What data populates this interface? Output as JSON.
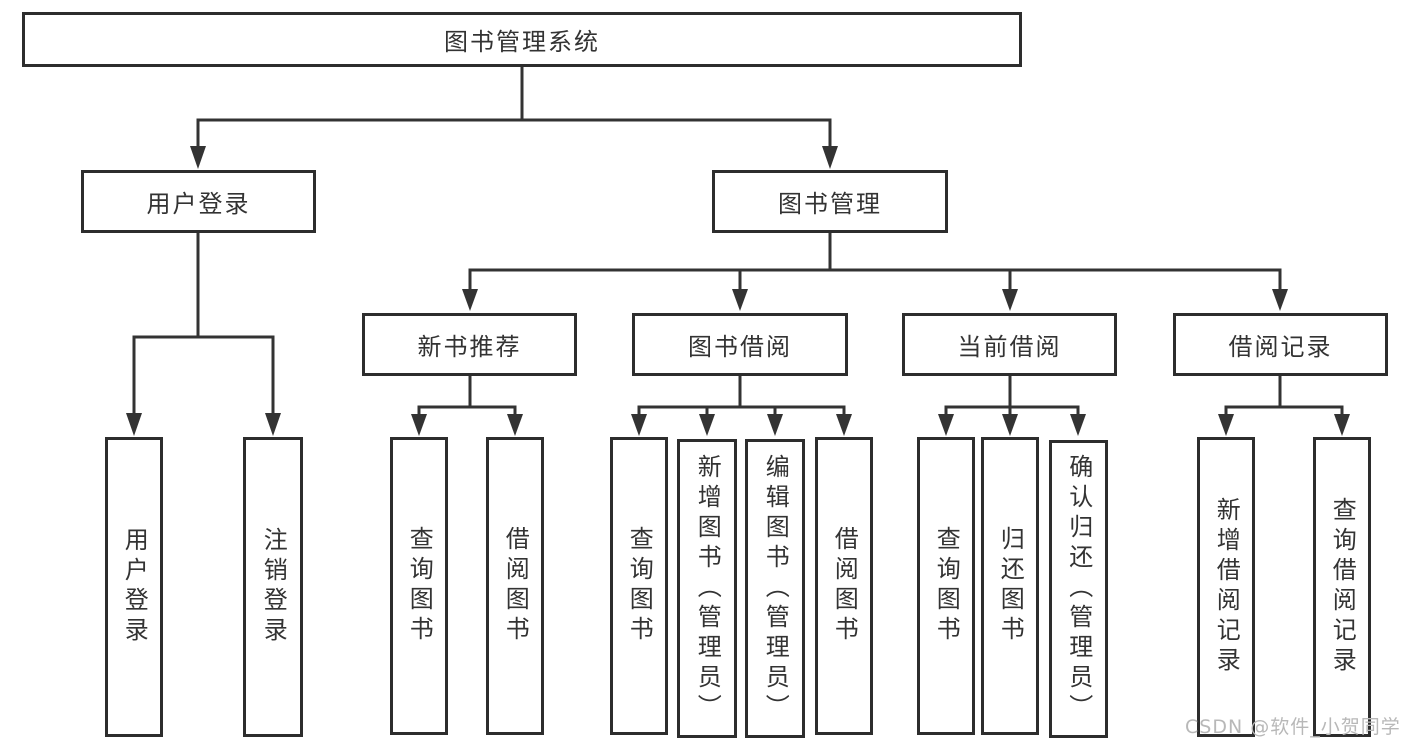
{
  "diagram": {
    "tree": {
      "label": "图书管理系统",
      "children": [
        {
          "label": "用户登录",
          "children": [
            {
              "label": "用户登录"
            },
            {
              "label": "注销登录"
            }
          ]
        },
        {
          "label": "图书管理",
          "children": [
            {
              "label": "新书推荐",
              "children": [
                {
                  "label": "查询图书"
                },
                {
                  "label": "借阅图书"
                }
              ]
            },
            {
              "label": "图书借阅",
              "children": [
                {
                  "label": "查询图书"
                },
                {
                  "label": "新增图书（管理员）"
                },
                {
                  "label": "编辑图书（管理员）"
                },
                {
                  "label": "借阅图书"
                }
              ]
            },
            {
              "label": "当前借阅",
              "children": [
                {
                  "label": "查询图书"
                },
                {
                  "label": "归还图书"
                },
                {
                  "label": "确认归还（管理员）"
                }
              ]
            },
            {
              "label": "借阅记录",
              "children": [
                {
                  "label": "新增借阅记录"
                },
                {
                  "label": "查询借阅记录"
                }
              ]
            }
          ]
        }
      ]
    },
    "watermark": "CSDN @软件_小贺同学",
    "colors": {
      "line": "#333333",
      "border": "#2d2d2d",
      "text": "#333333",
      "watermark": "#b8b8b8",
      "background": "#ffffff"
    }
  }
}
